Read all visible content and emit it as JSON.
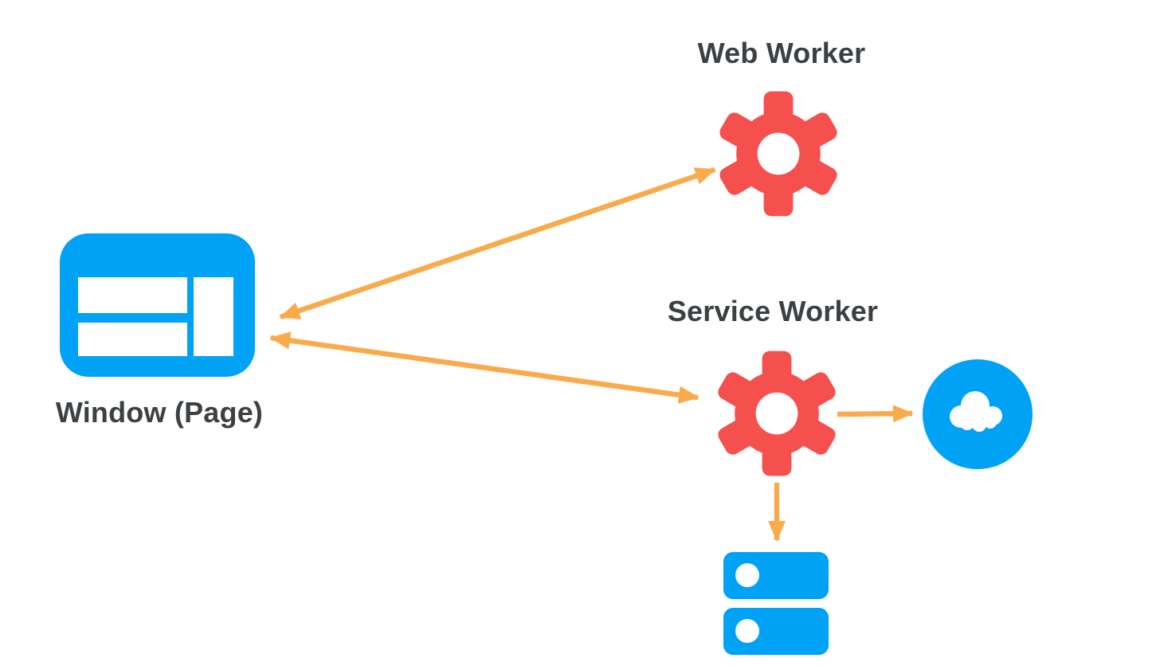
{
  "diagram": {
    "title": "window-workers-architecture",
    "nodes": {
      "window": {
        "label": "Window (Page)",
        "icon": "browser-window-icon",
        "color_key": "blue"
      },
      "web_worker": {
        "label": "Web Worker",
        "icon": "gear-icon",
        "color_key": "red"
      },
      "service_worker": {
        "label": "Service Worker",
        "icon": "gear-icon",
        "color_key": "red"
      },
      "network": {
        "label": "",
        "icon": "cloud-icon",
        "color_key": "blue"
      },
      "storage": {
        "label": "",
        "icon": "database-icon",
        "color_key": "blue"
      }
    },
    "edges": [
      {
        "from": "window",
        "to": "web_worker",
        "bidirectional": true
      },
      {
        "from": "window",
        "to": "service_worker",
        "bidirectional": true
      },
      {
        "from": "service_worker",
        "to": "network",
        "bidirectional": false
      },
      {
        "from": "service_worker",
        "to": "storage",
        "bidirectional": false
      }
    ]
  },
  "colors": {
    "blue": "#00A2F5",
    "red": "#F5504E",
    "orange": "#F9AB4B",
    "gray": "#3C4043",
    "bg": "#FFFFFF"
  }
}
